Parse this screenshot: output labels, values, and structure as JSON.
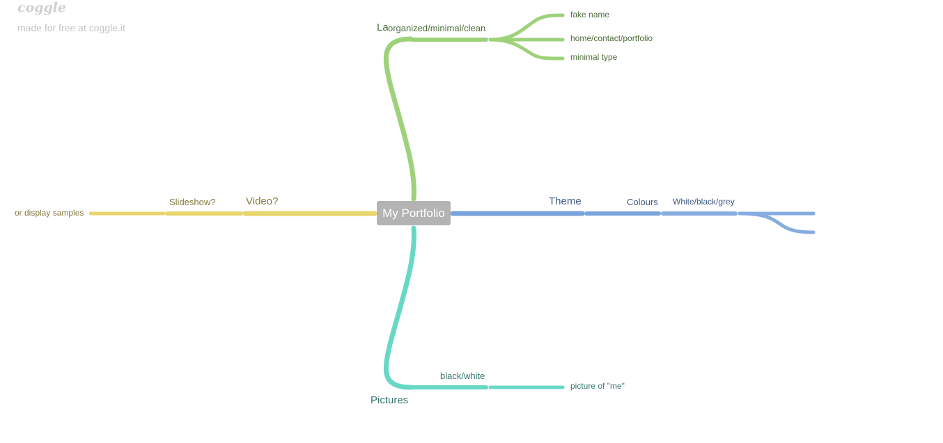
{
  "watermark": {
    "logo": "coggle",
    "note": "made for free at coggle.it"
  },
  "root": {
    "label": "My Portfolio"
  },
  "colors": {
    "layout": "#9ed27a",
    "layout_text": "#4f6e3a",
    "video": "#e9d56e",
    "video_text": "#857a3e",
    "theme": "#7aa3dc",
    "theme_text": "#3f5a83",
    "pictures": "#67d8c4",
    "pictures_text": "#36786d"
  },
  "branches": {
    "layout": {
      "label": "Layout",
      "children": [
        {
          "label": "organized/minimal/clean",
          "children": [
            "fake name",
            "home/contact/portfolio",
            "minimal type"
          ]
        }
      ]
    },
    "video": {
      "label": "Video?",
      "children": [
        {
          "label": "Slideshow?",
          "children": [
            "or display samples"
          ]
        }
      ]
    },
    "theme": {
      "label": "Theme",
      "children": [
        {
          "label": "Colours",
          "children": [
            {
              "label": "White/black/grey",
              "children": [
                "",
                ""
              ]
            }
          ]
        }
      ]
    },
    "pictures": {
      "label": "Pictures",
      "children": [
        {
          "label": "black/white",
          "children": [
            "picture of \"me\""
          ]
        }
      ]
    }
  }
}
